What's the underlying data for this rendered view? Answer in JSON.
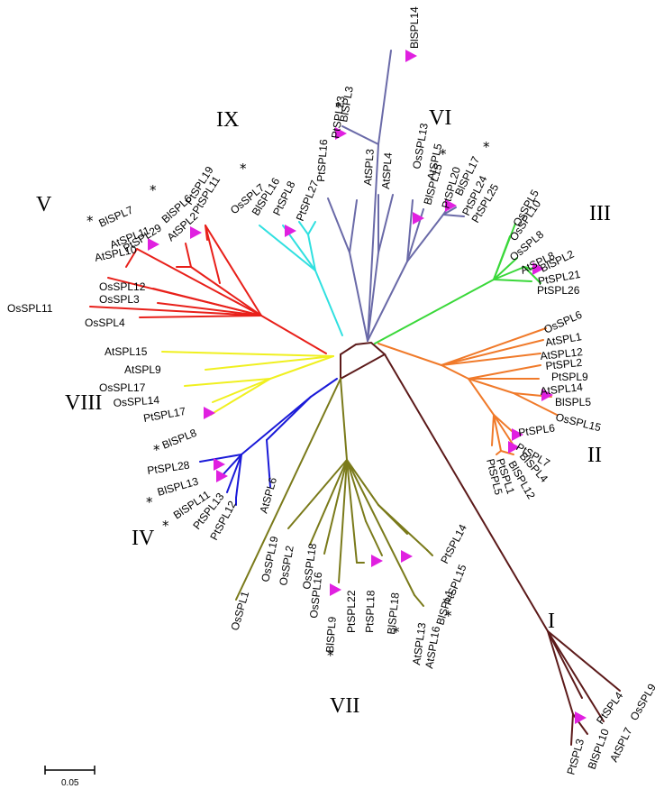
{
  "scale_bar": {
    "label": "0.05"
  },
  "colors": {
    "I": "#5c1a1a",
    "II": "#f07a2a",
    "III": "#3ad83a",
    "IV": "#1a1ad8",
    "V": "#e8201a",
    "VI": "#6a6aa8",
    "VII": "#7a7a1a",
    "VIII": "#f0f020",
    "IX": "#30e0e0",
    "root": "#5c1a1a",
    "marker": "#e020e0"
  },
  "clades": [
    {
      "id": "I",
      "label": "I",
      "color": "#5c1a1a"
    },
    {
      "id": "II",
      "label": "II",
      "color": "#f07a2a"
    },
    {
      "id": "III",
      "label": "III",
      "color": "#3ad83a"
    },
    {
      "id": "IV",
      "label": "IV",
      "color": "#1a1ad8"
    },
    {
      "id": "V",
      "label": "V",
      "color": "#e8201a"
    },
    {
      "id": "VI",
      "label": "VI",
      "color": "#6a6aa8"
    },
    {
      "id": "VII",
      "label": "VII",
      "color": "#7a7a1a"
    },
    {
      "id": "VIII",
      "label": "VIII",
      "color": "#f0f020"
    },
    {
      "id": "IX",
      "label": "IX",
      "color": "#30e0e0"
    }
  ],
  "leaves": [
    {
      "name": "BlSPL14",
      "clade": "VI",
      "marked": true
    },
    {
      "name": "BlSPL3",
      "clade": "VI",
      "marked": true,
      "star": true
    },
    {
      "name": "PtSPL23",
      "clade": "VI"
    },
    {
      "name": "PtSPL16",
      "clade": "VI"
    },
    {
      "name": "AtSPL3",
      "clade": "VI"
    },
    {
      "name": "AtSPL4",
      "clade": "VI"
    },
    {
      "name": "OsSPL13",
      "clade": "VI"
    },
    {
      "name": "AtSPL5",
      "clade": "VI"
    },
    {
      "name": "BlSPL15",
      "clade": "VI",
      "star": true
    },
    {
      "name": "PtSPL20",
      "clade": "VI",
      "marked": true
    },
    {
      "name": "BlSPL17",
      "clade": "VI",
      "star": true
    },
    {
      "name": "PtSPL24",
      "clade": "VI",
      "marked": true
    },
    {
      "name": "PtSPL25",
      "clade": "VI"
    },
    {
      "name": "BlSPL16",
      "clade": "IX",
      "marked": true,
      "star": true
    },
    {
      "name": "OsSPL7",
      "clade": "IX"
    },
    {
      "name": "PtSPL8",
      "clade": "IX"
    },
    {
      "name": "PtSPL27",
      "clade": "IX"
    },
    {
      "name": "PtSPL19",
      "clade": "V"
    },
    {
      "name": "PtSPL11",
      "clade": "V"
    },
    {
      "name": "BlSPL6",
      "clade": "V",
      "marked": true,
      "star": true
    },
    {
      "name": "AtSPL2",
      "clade": "V"
    },
    {
      "name": "PtSPL29",
      "clade": "V"
    },
    {
      "name": "BlSPL7",
      "clade": "V",
      "marked": true,
      "star": true
    },
    {
      "name": "AtSPL11",
      "clade": "V"
    },
    {
      "name": "AtSPL10",
      "clade": "V"
    },
    {
      "name": "OsSPL11",
      "clade": "V"
    },
    {
      "name": "OsSPL12",
      "clade": "V"
    },
    {
      "name": "OsSPL3",
      "clade": "V"
    },
    {
      "name": "OsSPL4",
      "clade": "V"
    },
    {
      "name": "OsSPL5",
      "clade": "III"
    },
    {
      "name": "OsSPL10",
      "clade": "III"
    },
    {
      "name": "OsSPL8",
      "clade": "III"
    },
    {
      "name": "AtSPL8",
      "clade": "III"
    },
    {
      "name": "BlSPL2",
      "clade": "III",
      "marked": true
    },
    {
      "name": "PtSPL21",
      "clade": "III"
    },
    {
      "name": "PtSPL26",
      "clade": "III"
    },
    {
      "name": "OsSPL6",
      "clade": "II"
    },
    {
      "name": "AtSPL1",
      "clade": "II"
    },
    {
      "name": "AtSPL12",
      "clade": "II"
    },
    {
      "name": "PtSPL2",
      "clade": "II"
    },
    {
      "name": "PtSPL9",
      "clade": "II"
    },
    {
      "name": "AtSPL14",
      "clade": "II"
    },
    {
      "name": "BlSPL5",
      "clade": "II",
      "marked": true
    },
    {
      "name": "OsSPL15",
      "clade": "II"
    },
    {
      "name": "PtSPL6",
      "clade": "II"
    },
    {
      "name": "PtSPL7",
      "clade": "II",
      "marked": true
    },
    {
      "name": "BlSPL4",
      "clade": "II",
      "marked": true
    },
    {
      "name": "BlSPL12",
      "clade": "II"
    },
    {
      "name": "PtSPL1",
      "clade": "II"
    },
    {
      "name": "PtSPL5",
      "clade": "II"
    },
    {
      "name": "AtSPL15",
      "clade": "VIII"
    },
    {
      "name": "AtSPL9",
      "clade": "VIII"
    },
    {
      "name": "OsSPL17",
      "clade": "VIII"
    },
    {
      "name": "OsSPL14",
      "clade": "VIII"
    },
    {
      "name": "PtSPL17",
      "clade": "VIII",
      "marked": true
    },
    {
      "name": "BlSPL8",
      "clade": "VIII",
      "star": true
    },
    {
      "name": "PtSPL28",
      "clade": "IV",
      "marked": true
    },
    {
      "name": "BlSPL13",
      "clade": "IV",
      "marked": true
    },
    {
      "name": "BlSPL11",
      "clade": "IV",
      "star": true
    },
    {
      "name": "PtSPL13",
      "clade": "IV",
      "star": true
    },
    {
      "name": "PtSPL12",
      "clade": "IV"
    },
    {
      "name": "AtSPL6",
      "clade": "IV"
    },
    {
      "name": "OsSPL1",
      "clade": "VII"
    },
    {
      "name": "OsSPL19",
      "clade": "VII"
    },
    {
      "name": "OsSPL2",
      "clade": "VII"
    },
    {
      "name": "OsSPL18",
      "clade": "VII"
    },
    {
      "name": "OsSPL16",
      "clade": "VII",
      "marked": true
    },
    {
      "name": "BlSPL9",
      "clade": "VII",
      "star": true
    },
    {
      "name": "PtSPL22",
      "clade": "VII"
    },
    {
      "name": "PtSPL18",
      "clade": "VII",
      "marked": true
    },
    {
      "name": "BlSPL18",
      "clade": "VII",
      "star": true
    },
    {
      "name": "AtSPL13",
      "clade": "VII"
    },
    {
      "name": "AtSPL16",
      "clade": "VII"
    },
    {
      "name": "BlSPL1",
      "clade": "VII",
      "marked": true,
      "star": true
    },
    {
      "name": "PtSPL15",
      "clade": "VII"
    },
    {
      "name": "PtSPL14",
      "clade": "VII"
    },
    {
      "name": "OsSPL9",
      "clade": "I"
    },
    {
      "name": "PtSPL4",
      "clade": "I"
    },
    {
      "name": "AtSPL7",
      "clade": "I"
    },
    {
      "name": "BlSPL10",
      "clade": "I",
      "marked": true
    },
    {
      "name": "PtSPL3",
      "clade": "I"
    }
  ]
}
